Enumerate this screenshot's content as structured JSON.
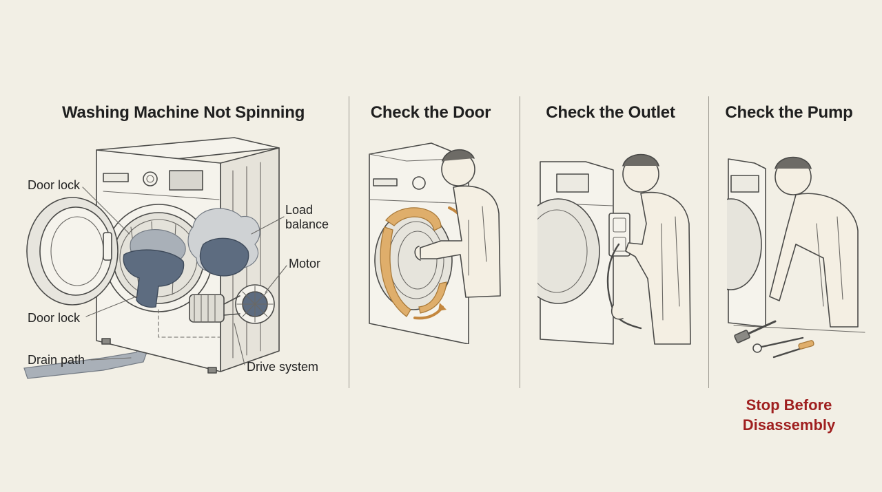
{
  "panels": [
    {
      "title": "Washing Machine Not Spinning"
    },
    {
      "title": "Check the Door"
    },
    {
      "title": "Check the Outlet"
    },
    {
      "title": "Check the Pump"
    }
  ],
  "callouts": {
    "door_lock_top": "Door lock",
    "door_lock_bottom": "Door lock",
    "load_balance_line1": "Load",
    "load_balance_line2": "balance",
    "motor": "Motor",
    "drain_path": "Drain path",
    "drive_system": "Drive system"
  },
  "warning": {
    "line1": "Stop Before",
    "line2": "Disassembly"
  },
  "colors": {
    "background": "#f2efe5",
    "warning_text": "#9f1f1f",
    "laundry": "#5d6c80",
    "arrow_accent": "#dfae6b"
  }
}
